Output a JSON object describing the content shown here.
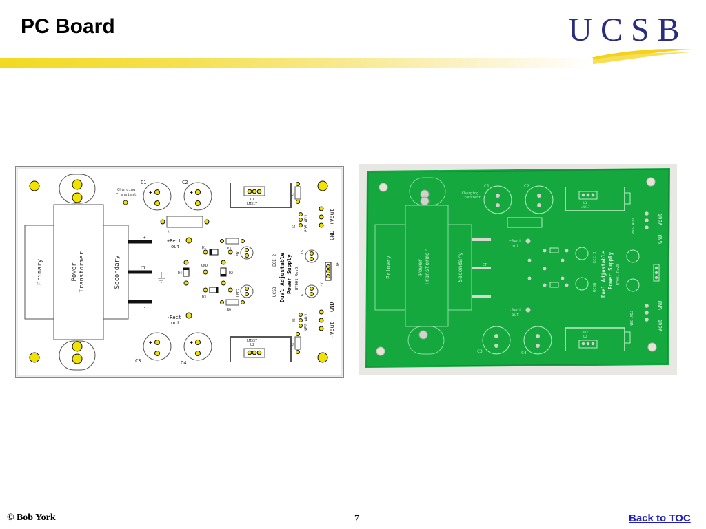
{
  "slide": {
    "title": "PC Board",
    "logo_text": "UCSB",
    "author": "© Bob York",
    "page_number": "7",
    "back_link": "Back to TOC"
  },
  "board": {
    "labels": {
      "charging": "Charging",
      "transient": "Transient",
      "c1": "C1",
      "c2": "C2",
      "c3": "C3",
      "c4": "C4",
      "primary": "Primary",
      "power": "Power",
      "transformer": "Transformer",
      "secondary": "Secondary",
      "rect_out_pos": "+Rect",
      "rect_out_neg": "-Rect",
      "out": "out",
      "ct": "CT",
      "gnd": "GND",
      "u1": "U1",
      "u1_part": "LM317",
      "u2": "U2",
      "u2_part": "LM337",
      "pos_adj": "POS ADJ",
      "neg_adj": "NEG ADJ",
      "vout_pos": "+Vout",
      "vout_neg": "-Vout",
      "d1": "D1",
      "d2": "D2",
      "d3": "D3",
      "d4": "D4",
      "led1": "LED1",
      "led2": "LED2",
      "r3": "R3",
      "r6": "R6",
      "ucsb": "UCSB",
      "ece": "ECE 2",
      "dual": "Dual Adjustable",
      "psu": "Power Supply",
      "rev": "BY001 RevB",
      "c5": "C5",
      "c6": "C6",
      "plus": "+",
      "minus": "-",
      "r1": "R1",
      "r2": "R2",
      "r4": "R4",
      "r5": "R5",
      "r_bleed": "R",
      "vplus": "+V",
      "vminus": "-V"
    }
  }
}
